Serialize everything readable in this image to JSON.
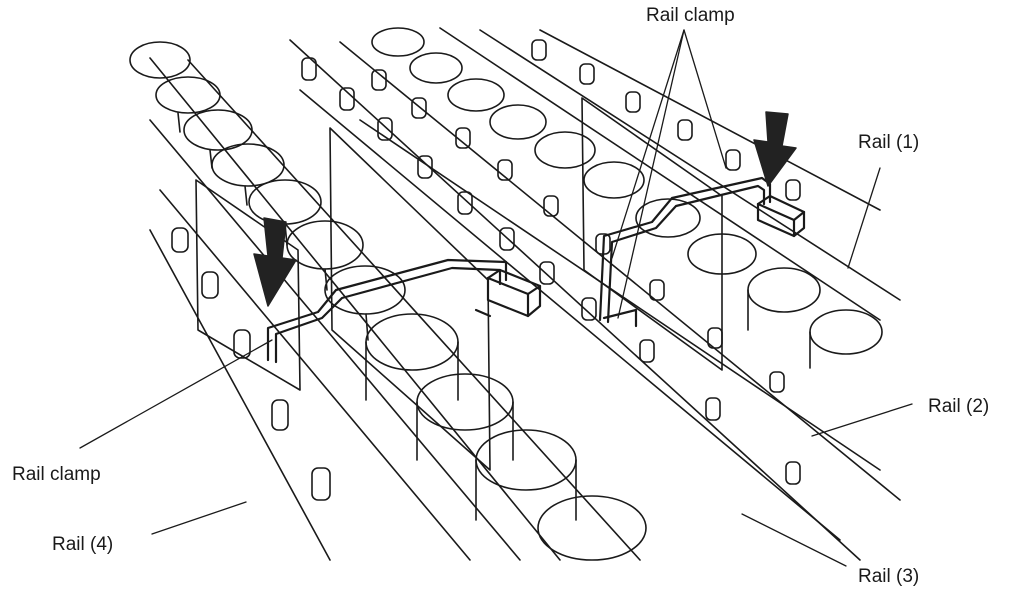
{
  "labels": {
    "rail_clamp_top": "Rail clamp",
    "rail_1": "Rail (1)",
    "rail_2": "Rail (2)",
    "rail_3": "Rail (3)",
    "rail_4": "Rail (4)",
    "rail_clamp_bottom": "Rail clamp"
  },
  "colors": {
    "line": "#1a1a1a",
    "arrow": "#222222",
    "background": "#ffffff"
  }
}
